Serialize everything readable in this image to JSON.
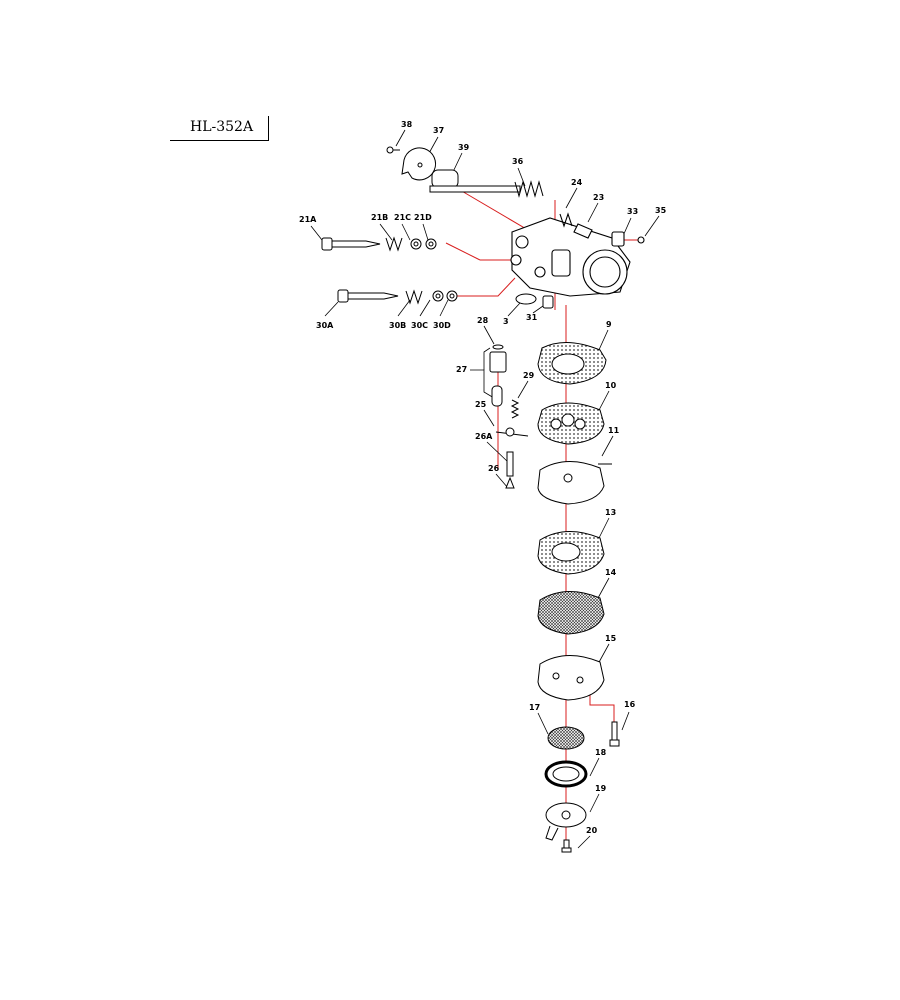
{
  "model": "HL-352A",
  "colors": {
    "lead": "#000000",
    "flow": "#d81e1e",
    "gasket": "#8c8c8c",
    "mesh": "#4a4a4a"
  },
  "parts": [
    {
      "id": "p38",
      "label": "38"
    },
    {
      "id": "p37",
      "label": "37"
    },
    {
      "id": "p39",
      "label": "39"
    },
    {
      "id": "p36",
      "label": "36"
    },
    {
      "id": "p24",
      "label": "24"
    },
    {
      "id": "p23",
      "label": "23"
    },
    {
      "id": "p33",
      "label": "33"
    },
    {
      "id": "p35",
      "label": "35"
    },
    {
      "id": "p21A",
      "label": "21A"
    },
    {
      "id": "p21B",
      "label": "21B"
    },
    {
      "id": "p21C",
      "label": "21C"
    },
    {
      "id": "p21D",
      "label": "21D"
    },
    {
      "id": "p30A",
      "label": "30A"
    },
    {
      "id": "p30B",
      "label": "30B"
    },
    {
      "id": "p30C",
      "label": "30C"
    },
    {
      "id": "p30D",
      "label": "30D"
    },
    {
      "id": "p3",
      "label": "3"
    },
    {
      "id": "p31",
      "label": "31"
    },
    {
      "id": "p28",
      "label": "28"
    },
    {
      "id": "p27",
      "label": "27"
    },
    {
      "id": "p29",
      "label": "29"
    },
    {
      "id": "p25",
      "label": "25"
    },
    {
      "id": "p26A",
      "label": "26A"
    },
    {
      "id": "p26",
      "label": "26"
    },
    {
      "id": "p9",
      "label": "9"
    },
    {
      "id": "p10",
      "label": "10"
    },
    {
      "id": "p11",
      "label": "11"
    },
    {
      "id": "p13",
      "label": "13"
    },
    {
      "id": "p14",
      "label": "14"
    },
    {
      "id": "p15",
      "label": "15"
    },
    {
      "id": "p16",
      "label": "16"
    },
    {
      "id": "p17",
      "label": "17"
    },
    {
      "id": "p18",
      "label": "18"
    },
    {
      "id": "p19",
      "label": "19"
    },
    {
      "id": "p20",
      "label": "20"
    }
  ]
}
